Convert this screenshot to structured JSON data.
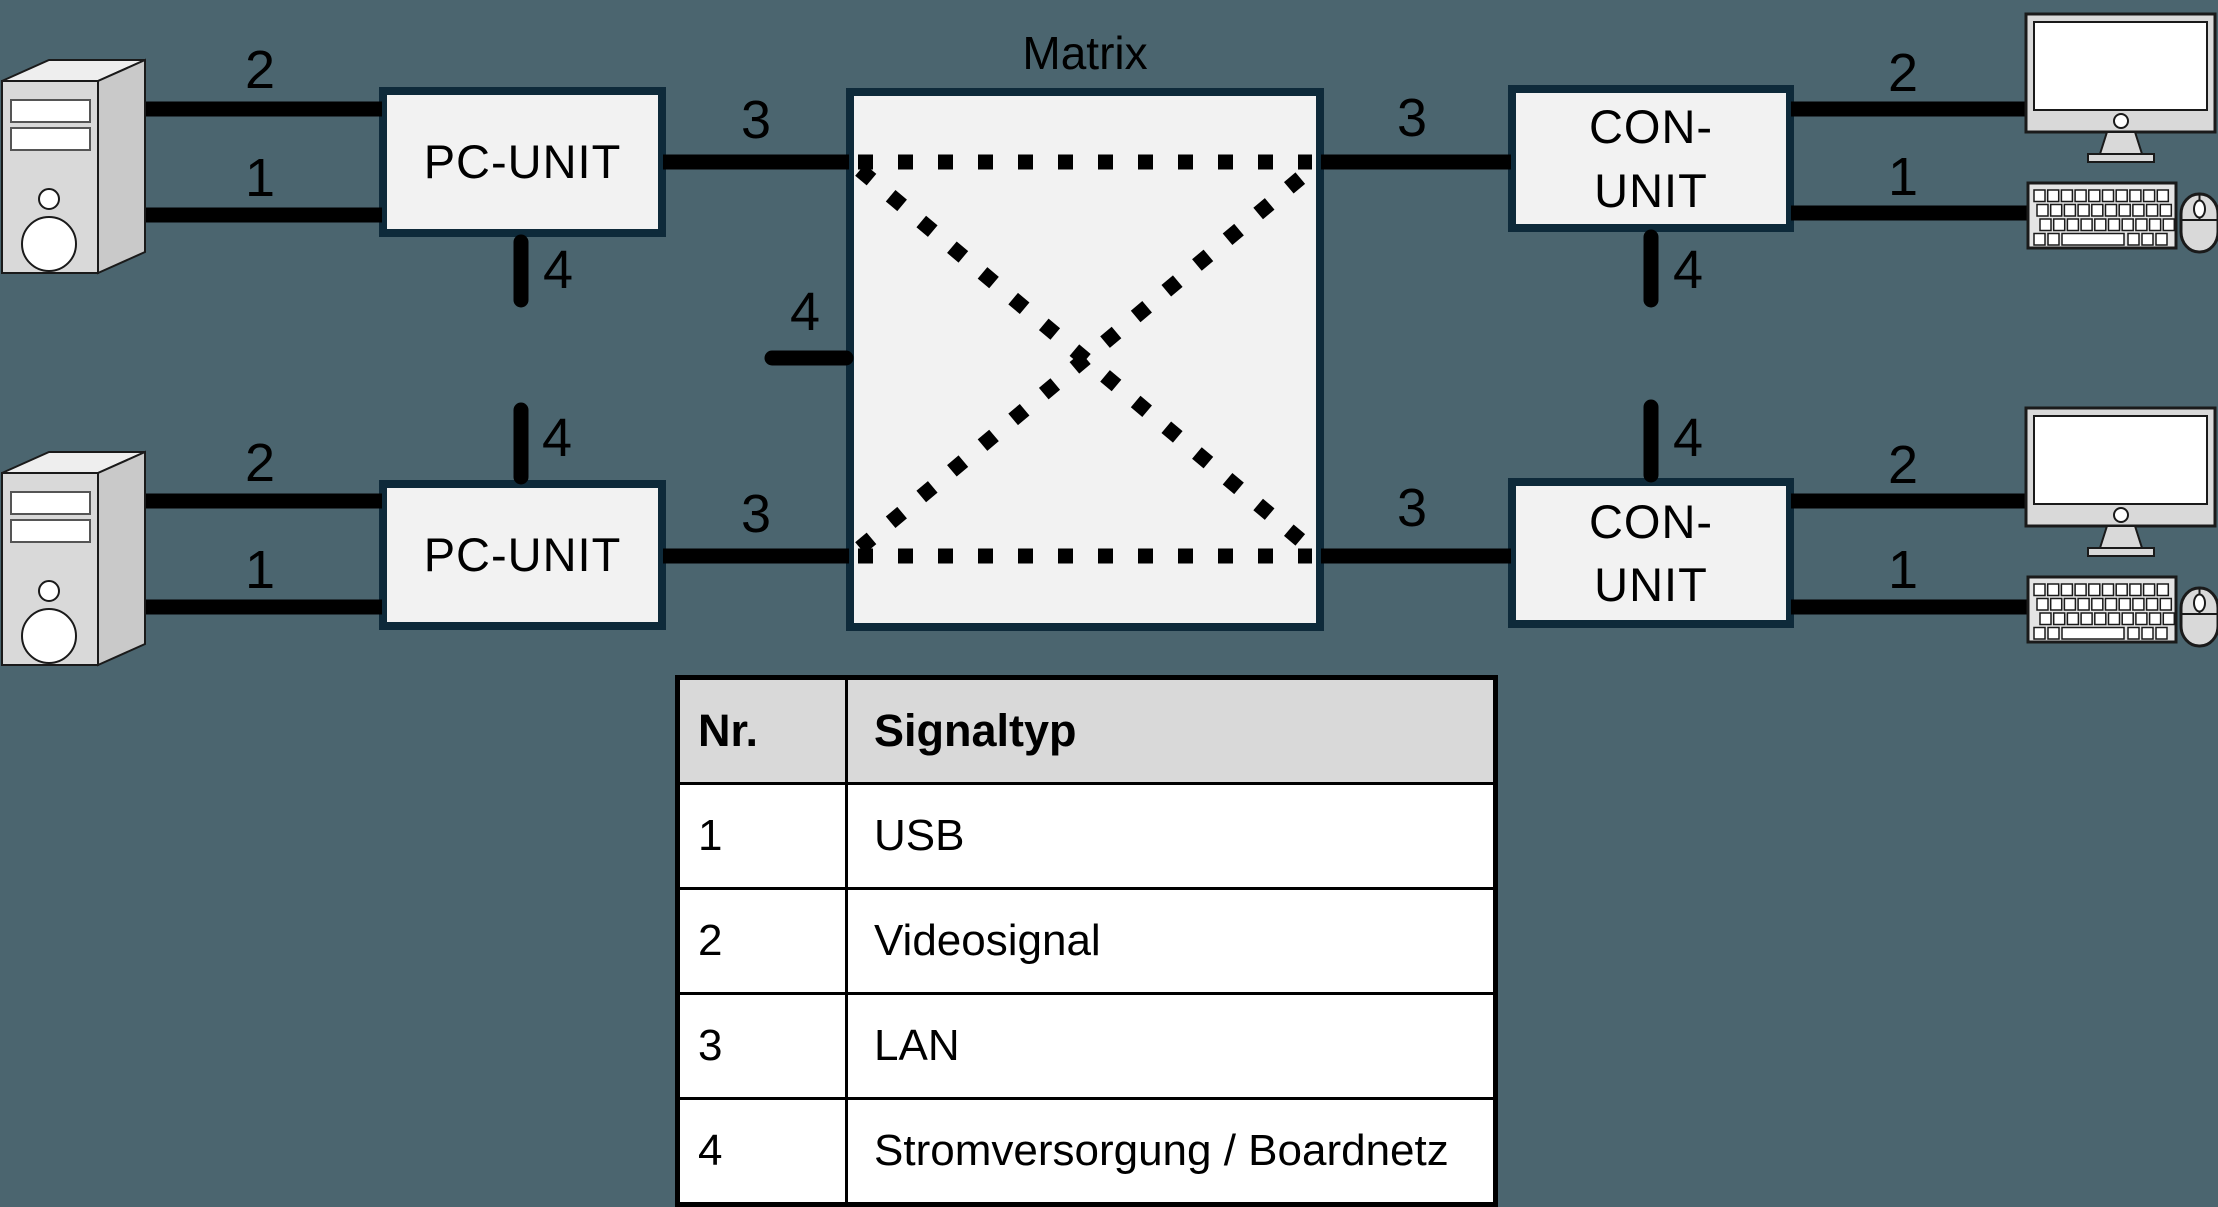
{
  "colors": {
    "background": "#4b656f",
    "panel_fill": "#f2f2f2",
    "panel_border": "#0e2a3a",
    "line": "#000000",
    "table_header_bg": "#d9d9d9",
    "table_bg": "#ffffff",
    "table_border": "#000000",
    "icon_fill": "#d9d9d9",
    "icon_fill_light": "#eeeeee"
  },
  "diagram": {
    "matrix_title": "Matrix",
    "pc_unit_label": "PC-UNIT",
    "con_unit_label_line1": "CON-",
    "con_unit_label_line2": "UNIT",
    "port_labels": {
      "usb": "1",
      "video": "2",
      "lan": "3",
      "power": "4"
    }
  },
  "icons": {
    "pc_tower": "pc-tower-icon",
    "monitor": "monitor-icon",
    "keyboard": "keyboard-icon",
    "mouse": "mouse-icon"
  },
  "table": {
    "headers": [
      "Nr.",
      "Signaltyp"
    ],
    "rows": [
      [
        "1",
        "USB"
      ],
      [
        "2",
        "Videosignal"
      ],
      [
        "3",
        "LAN"
      ],
      [
        "4",
        "Stromversorgung / Boardnetz"
      ]
    ]
  }
}
